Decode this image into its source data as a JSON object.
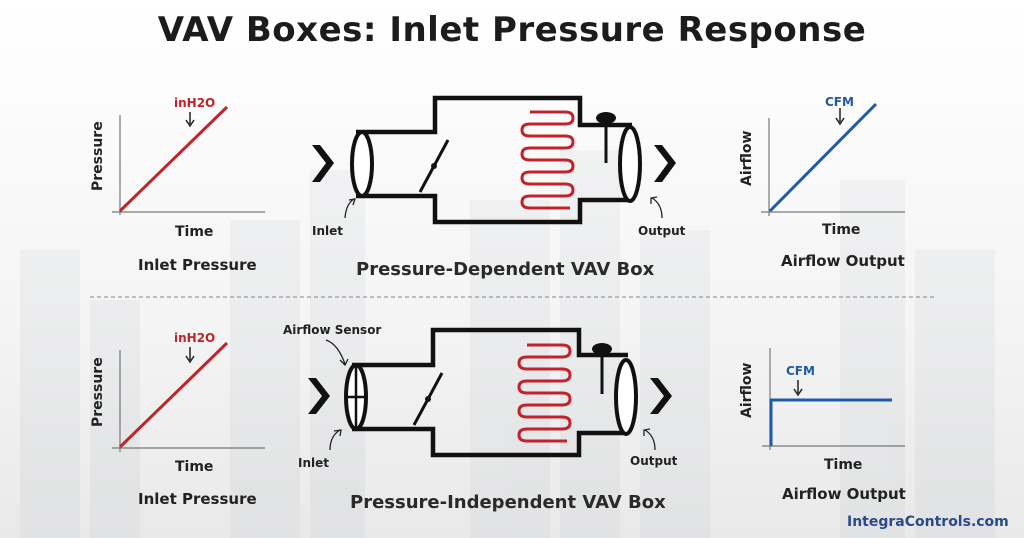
{
  "title": "VAV Boxes: Inlet Pressure Response",
  "colors": {
    "red": "#c0242a",
    "blue": "#1f5aa6",
    "dark": "#111111"
  },
  "top": {
    "pressure_graph": {
      "ylabel": "Pressure",
      "xlabel": "Time",
      "annotation": "inH2O",
      "caption": "Inlet Pressure"
    },
    "box": {
      "inlet": "Inlet",
      "output": "Output",
      "caption": "Pressure-Dependent VAV Box"
    },
    "airflow_graph": {
      "ylabel": "Airflow",
      "xlabel": "Time",
      "annotation": "CFM",
      "caption": "Airflow Output"
    }
  },
  "bottom": {
    "pressure_graph": {
      "ylabel": "Pressure",
      "xlabel": "Time",
      "annotation": "inH2O",
      "caption": "Inlet Pressure"
    },
    "box": {
      "sensor": "Airflow Sensor",
      "inlet": "Inlet",
      "output": "Output",
      "caption": "Pressure-Independent VAV Box"
    },
    "airflow_graph": {
      "ylabel": "Airflow",
      "xlabel": "Time",
      "annotation": "CFM",
      "caption": "Airflow Output"
    }
  },
  "brand": "IntegraControls.com"
}
